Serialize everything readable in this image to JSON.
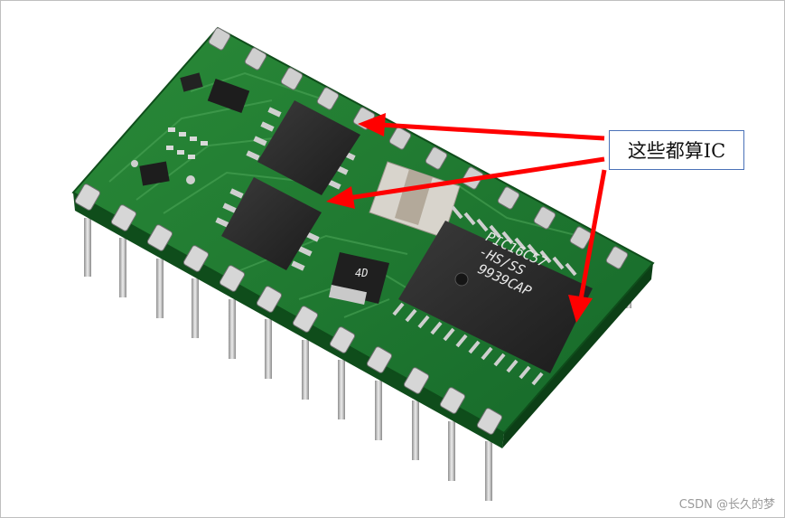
{
  "annotation": {
    "label": "这些都算IC",
    "arrow_color": "#ff0000",
    "box_border_color": "#4a72b8"
  },
  "chip": {
    "line1": "PIC16C57",
    "line2": "-HS/SS",
    "line3": "9939CAP"
  },
  "small_part_marking": "4D",
  "watermark": "CSDN @长久的梦",
  "colors": {
    "board": "#1f7a2e",
    "board_edge": "#155a21",
    "ic_body": "#2b2b2b",
    "pins": "#c9c9c9"
  }
}
